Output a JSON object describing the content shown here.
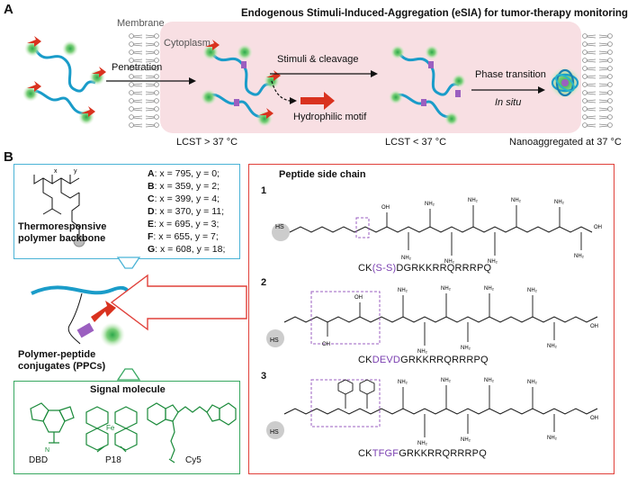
{
  "panel_a": {
    "letter": "A",
    "title": "Endogenous Stimuli-Induced-Aggregation (eSIA) for tumor-therapy monitoring",
    "membrane_label": "Membrane",
    "cytoplasm_label": "Cytoplasm",
    "step1_label": "Penetration",
    "step2_label": "Stimuli & cleavage",
    "hydrophilic_label": "Hydrophilic motif",
    "step3_label": "Phase transition",
    "step3_sub": "In situ",
    "state1_label": "LCST > 37 °C",
    "state2_label": "LCST < 37 °C",
    "state3_label": "Nanoaggregated at 37 °C"
  },
  "panel_b": {
    "letter": "B",
    "backbone_label_1": "Thermoresponsive",
    "backbone_label_2": "polymer backbone",
    "monomer_labels": [
      "x",
      "y"
    ],
    "compositions": [
      {
        "id": "A",
        "text": ": x = 795, y = 0;"
      },
      {
        "id": "B",
        "text": ": x = 359, y = 2;"
      },
      {
        "id": "C",
        "text": ": x = 399, y = 4;"
      },
      {
        "id": "D",
        "text": ": x = 370, y = 11;"
      },
      {
        "id": "E",
        "text": ": x = 695, y = 3;"
      },
      {
        "id": "F",
        "text": ": x = 655, y = 7;"
      },
      {
        "id": "G",
        "text": ": x = 608, y = 18;"
      }
    ],
    "ppc_label_1": "Polymer-peptide",
    "ppc_label_2": "conjugates (PPCs)",
    "signal_title": "Signal molecule",
    "signal_molecules": [
      "DBD",
      "P18",
      "Cy5"
    ],
    "peptide_title": "Peptide side chain",
    "peptides": [
      {
        "num": "1",
        "prefix": "CK",
        "motif": "(S-S)",
        "suffix": "DGRKKRRQRRRPQ"
      },
      {
        "num": "2",
        "prefix": "CK",
        "motif": "DEVD",
        "suffix": "GRKKRRQRRRPQ"
      },
      {
        "num": "3",
        "prefix": "CK",
        "motif": "TFGF",
        "suffix": "GRKKRRQRRRPQ"
      }
    ],
    "atom_labels": {
      "sh": "HS",
      "fe": "Fe",
      "nh2": "NH₂",
      "oh": "OH"
    }
  },
  "colors": {
    "blue_box": "#4bb3d6",
    "green_box": "#38a861",
    "red_box": "#e0403a",
    "motif_purple": "#7a3fb0",
    "cell_pink": "#f8dfe3",
    "dye_green": "#2da84a",
    "polymer_blue": "#1a9cc9"
  }
}
